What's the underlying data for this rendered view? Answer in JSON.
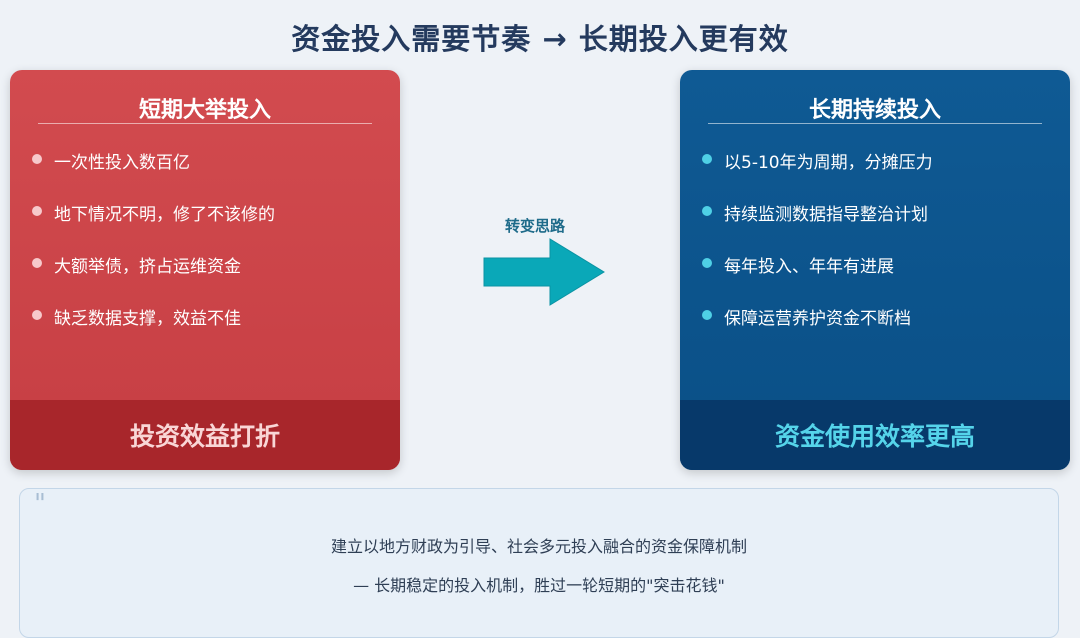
{
  "title": "资金投入需要节奏 → 长期投入更有效",
  "left_card": {
    "title": "短期大举投入",
    "items": [
      "一次性投入数百亿",
      "地下情况不明，修了不该修的",
      "大额举债，挤占运维资金",
      "缺乏数据支撑，效益不佳"
    ],
    "footer": "投资效益打折",
    "color": "#c8424a"
  },
  "center": {
    "arrow_label": "转变思路",
    "arrow_color": "#0aa8b8",
    "arrow_icon": "right-arrow-icon"
  },
  "right_card": {
    "title": "长期持续投入",
    "items": [
      "以5-10年为周期，分摊压力",
      "持续监测数据指导整治计划",
      "每年投入、年年有进展",
      "保障运营养护资金不断档"
    ],
    "footer": "资金使用效率更高",
    "color": "#0c5490"
  },
  "quote": {
    "mark": "\"",
    "line1": "建立以地方财政为引导、社会多元投入融合的资金保障机制",
    "line2": "— 长期稳定的投入机制，胜过一轮短期的\"突击花钱\""
  }
}
